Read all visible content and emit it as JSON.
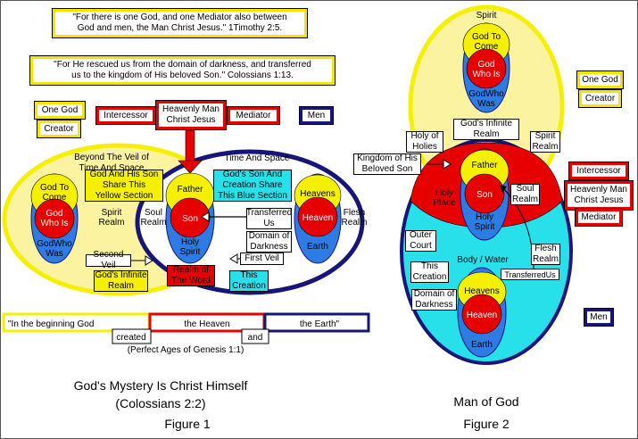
{
  "colors": {
    "yellow": "#f5f000",
    "pale_yellow": "#fcf3a0",
    "red": "#e60000",
    "blue": "#2f7be4",
    "navy": "#16167a",
    "cyan": "#28e0ea"
  },
  "figure1": {
    "quote_top": [
      "\"For there is one God, and one Mediator also between",
      "God and men, the Man Christ Jesus.\"  1Timothy 2:5."
    ],
    "quote_second": [
      "\"For He rescued us from the domain of darkness, and transferred",
      "us to the kingdom of His beloved Son.\" Colossians 1:13."
    ],
    "one_god": "One God",
    "creator": "Creator",
    "intercessor": "Intercessor",
    "heavenly_man": [
      "Heavenly Man",
      "Christ Jesus"
    ],
    "mediator": "Mediator",
    "men": "Men",
    "beyond_veil": [
      "Beyond The Veil of",
      "Time And Space"
    ],
    "god_share": [
      "God And His Son",
      "Share This",
      "Yellow Section"
    ],
    "time_space": "Time And Space",
    "son_share": [
      "God's Son And",
      "Creation Share",
      "This Blue Section"
    ],
    "god_to_come": [
      "God To",
      "Come"
    ],
    "god_who_is": [
      "God",
      "Who Is"
    ],
    "god_who_was": [
      "GodWho",
      "Was"
    ],
    "spirit_realm": [
      "Spirit",
      "Realm"
    ],
    "soul_realm": [
      "Soul",
      "Realm"
    ],
    "father": "Father",
    "son": "Son",
    "holy_spirit": [
      "Holy",
      "Spirit"
    ],
    "transferred": [
      "Transferred",
      "Us"
    ],
    "domain_darkness": [
      "Domain of",
      "Darkness"
    ],
    "heavens": "Heavens",
    "heaven": "Heaven",
    "earth": "Earth",
    "flesh_realm": [
      "Flesh",
      "Realm"
    ],
    "second_veil": "Second Veil",
    "first_veil": "First Veil",
    "gods_infinite_realm": [
      "God's Infinite",
      "Realm"
    ],
    "realm_of_word": [
      "Realm of",
      "The Word"
    ],
    "this_creation": [
      "This",
      "Creation"
    ],
    "genesis_in_beginning": "\"In the beginning God",
    "genesis_heaven": "the Heaven",
    "genesis_earth": "the Earth\"",
    "genesis_created": "created",
    "genesis_and": "and",
    "perfect_ages": "(Perfect Ages of Genesis 1:1)",
    "mystery": "God's Mystery Is Christ Himself",
    "colossians": "(Colossians 2:2)",
    "label": "Figure 1"
  },
  "figure2": {
    "spirit": "Spirit",
    "god_to_come": [
      "God To",
      "Come"
    ],
    "god_who_is": [
      "God",
      "Who Is"
    ],
    "god_who_was": [
      "GodWho",
      "Was"
    ],
    "gods_infinite_realm": [
      "God's Infinite",
      "Realm"
    ],
    "holy_of_holies": [
      "Holy of",
      "Holies"
    ],
    "spirit_realm": [
      "Spirit",
      "Realm"
    ],
    "kingdom": [
      "Kingdom of His",
      "Beloved Son"
    ],
    "father": "Father",
    "son": "Son",
    "holy_spirit": [
      "Holy",
      "Spirit"
    ],
    "holy_place": [
      "Holy",
      "Place"
    ],
    "soul_realm": [
      "Soul",
      "Realm"
    ],
    "outer_court": [
      "Outer",
      "Court"
    ],
    "this_creation": [
      "This",
      "Creation"
    ],
    "domain_darkness": [
      "Domain of",
      "Darkness"
    ],
    "body_water": "Body / Water",
    "flesh_realm": [
      "Flesh",
      "Realm"
    ],
    "transferred": "TransferredUs",
    "heavens": "Heavens",
    "heaven": "Heaven",
    "earth": "Earth",
    "one_god": "One God",
    "creator": "Creator",
    "intercessor": "Intercessor",
    "heavenly_man": [
      "Heavenly Man",
      "Christ Jesus"
    ],
    "mediator": "Mediator",
    "men": "Men",
    "title": "Man of God",
    "label": "Figure 2"
  }
}
